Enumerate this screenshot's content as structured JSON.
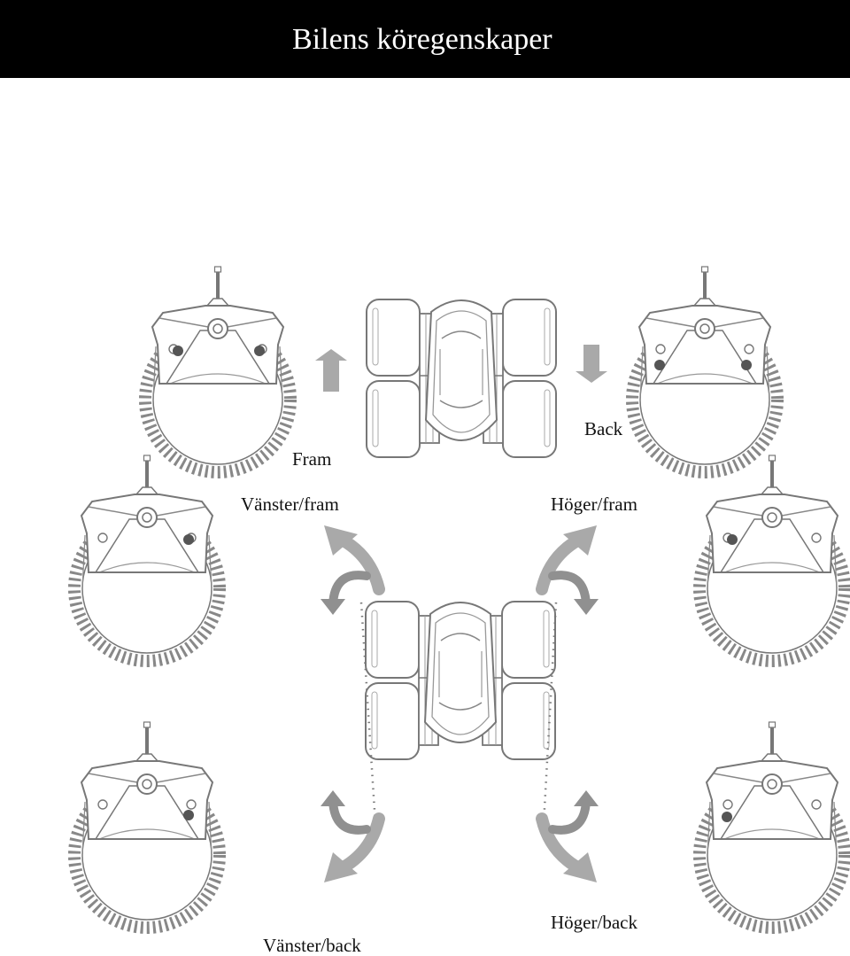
{
  "header": {
    "title": "Bilens köregenskaper",
    "background": "#000000",
    "text_color": "#ffffff"
  },
  "labels": {
    "fram": "Fram",
    "back": "Back",
    "vanster_fram": "Vänster/fram",
    "hoger_fram": "Höger/fram",
    "vanster_back": "Vänster/back",
    "hoger_back": "Höger/back"
  },
  "colors": {
    "arrow": "#a9a9a9",
    "line": "#777777"
  }
}
